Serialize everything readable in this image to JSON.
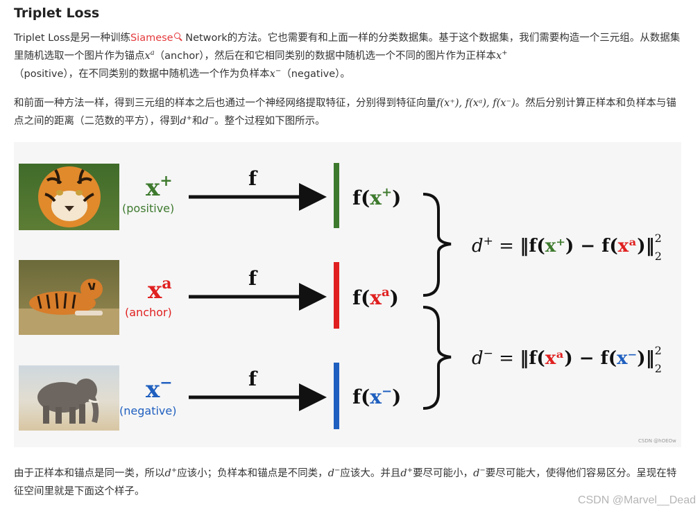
{
  "heading": "Triplet Loss",
  "para1": {
    "t1": "Triplet Loss是另一种训练",
    "link": "Siamese",
    "t2": " Network的方法。它也需要有和上面一样的分类数据集。基于这个数据集，我们需要构造一个三元组。从数据集里随机选取一个图片作为锚点",
    "anchor_var": "x",
    "anchor_sup": "a",
    "t3": "（anchor），然后在和它相同类别的数据中随机选一个不同的图片作为正样本",
    "pos_var": "x",
    "pos_sup": "+",
    "t4": "（positive），在不同类别的数据中随机选一个作为负样本",
    "neg_var": "x",
    "neg_sup": "−",
    "t5": "（negative）。"
  },
  "para2": {
    "t1": "和前面一种方法一样，得到三元组的样本之后也通过一个神经网络提取特征，分别得到特征向量",
    "math": "f(x⁺), f(xᵃ), f(x⁻)",
    "t2": "。然后分别计算正样本和负样本与锚点之间的距离（二范数的平方），得到",
    "dplus": "d",
    "dplus_sup": "+",
    "and": "和",
    "dminus": "d",
    "dminus_sup": "−",
    "t3": "。整个过程如下图所示。"
  },
  "figure": {
    "rows": [
      {
        "symbol": "x",
        "sup": "+",
        "label": "(positive)",
        "color": "#3e7a2e",
        "arrow_label": "f",
        "feature": "f(x⁺)"
      },
      {
        "symbol": "x",
        "sup": "a",
        "label": "(anchor)",
        "color": "#e02020",
        "arrow_label": "f",
        "feature": "f(xᵃ)"
      },
      {
        "symbol": "x",
        "sup": "−",
        "label": "(negative)",
        "color": "#1f5fbf",
        "arrow_label": "f",
        "feature": "f(x⁻)"
      }
    ],
    "eq_plus": {
      "d": "d",
      "sup": "+",
      "eq": " = ",
      "open": "‖f(",
      "a": "x⁺",
      "mid": ") − f(",
      "b": "xᵃ",
      "close": ")‖",
      "pow": "2",
      "sub": "2"
    },
    "eq_minus": {
      "d": "d",
      "sup": "−",
      "eq": " = ",
      "open": "‖f(",
      "a": "xᵃ",
      "mid": ") − f(",
      "b": "x⁻",
      "close": ")‖",
      "pow": "2",
      "sub": "2"
    },
    "small_credit": "CSDN @hOEOw"
  },
  "para3": {
    "t1": "由于正样本和锚点是同一类，所以",
    "d1": "d",
    "d1_sup": "+",
    "t2": "应该小；负样本和锚点是不同类，",
    "d2": "d",
    "d2_sup": "−",
    "t3": "应该大。并且",
    "d3": "d",
    "d3_sup": "+",
    "t4": "要尽可能小，",
    "d4": "d",
    "d4_sup": "−",
    "t5": "要尽可能大，使得他们容易区分。呈现在特征空间里就是下面这个样子。"
  },
  "watermark": "CSDN @Marvel__Dead"
}
